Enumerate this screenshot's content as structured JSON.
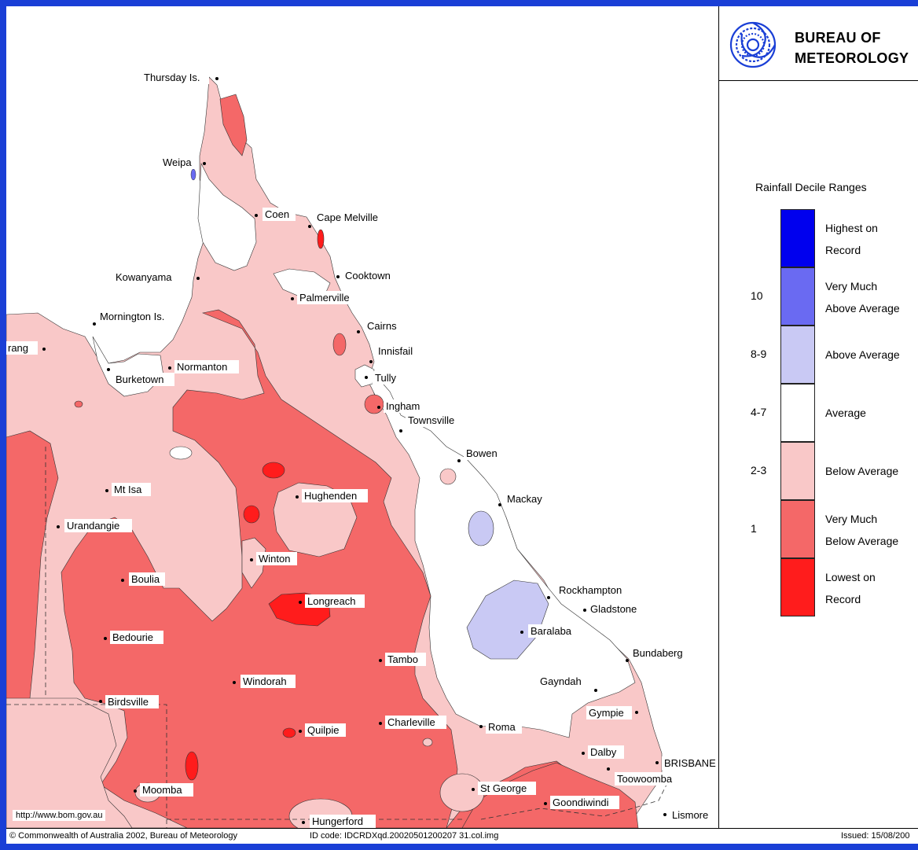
{
  "header": {
    "org_line1": "BUREAU OF",
    "org_line2": "METEOROLOGY"
  },
  "legend": {
    "title": "Rainfall Decile Ranges",
    "items": [
      {
        "label_1": "Highest on",
        "label_2": "Record",
        "decile": "",
        "color": "#0000ee"
      },
      {
        "label_1": "Very Much",
        "label_2": "Above Average",
        "decile": "10",
        "color": "#6a6af2"
      },
      {
        "label_1": "Above Average",
        "label_2": "",
        "decile": "8-9",
        "color": "#c9c9f4"
      },
      {
        "label_1": "Average",
        "label_2": "",
        "decile": "4-7",
        "color": "#ffffff"
      },
      {
        "label_1": "Below Average",
        "label_2": "",
        "decile": "2-3",
        "color": "#f9c8c8"
      },
      {
        "label_1": "Very Much",
        "label_2": "Below Average",
        "decile": "1",
        "color": "#f46868"
      },
      {
        "label_1": "Lowest on",
        "label_2": "Record",
        "decile": "",
        "color": "#ff1c1c"
      }
    ]
  },
  "map": {
    "places": {
      "thursday": "Thursday Is.",
      "weipa": "Weipa",
      "coen": "Coen",
      "capemelville": "Cape Melville",
      "kowanyama": "Kowanyama",
      "cooktown": "Cooktown",
      "palmerville": "Palmerville",
      "mornington": "Mornington Is.",
      "cairns": "Cairns",
      "innisfail": "Innisfail",
      "camooweal": "rang",
      "normanton": "Normanton",
      "burketown": "Burketown",
      "tully": "Tully",
      "ingham": "Ingham",
      "townsville": "Townsville",
      "bowen": "Bowen",
      "mtisa": "Mt Isa",
      "hughenden": "Hughenden",
      "mackay": "Mackay",
      "urandangie": "Urandangie",
      "winton": "Winton",
      "boulia": "Boulia",
      "longreach": "Longreach",
      "rockhampton": "Rockhampton",
      "gladstone": "Gladstone",
      "baralaba": "Baralaba",
      "bedourie": "Bedourie",
      "tambo": "Tambo",
      "bundaberg": "Bundaberg",
      "windorah": "Windorah",
      "gayndah": "Gayndah",
      "birdsville": "Birdsville",
      "gympie": "Gympie",
      "charleville": "Charleville",
      "roma": "Roma",
      "quilpie": "Quilpie",
      "dalby": "Dalby",
      "brisbane": "BRISBANE",
      "toowoomba": "Toowoomba",
      "moomba": "Moomba",
      "stgeorge": "St George",
      "goondiwindi": "Goondiwindi",
      "lismore": "Lismore",
      "hungerford": "Hungerford"
    }
  },
  "footer": {
    "url": "http://www.bom.gov.au",
    "copyright": "© Commonwealth of Australia 2002, Bureau of Meteorology",
    "id_code": "ID code: IDCRDXqd.20020501200207 31.col.img",
    "issued": "Issued: 15/08/200"
  }
}
